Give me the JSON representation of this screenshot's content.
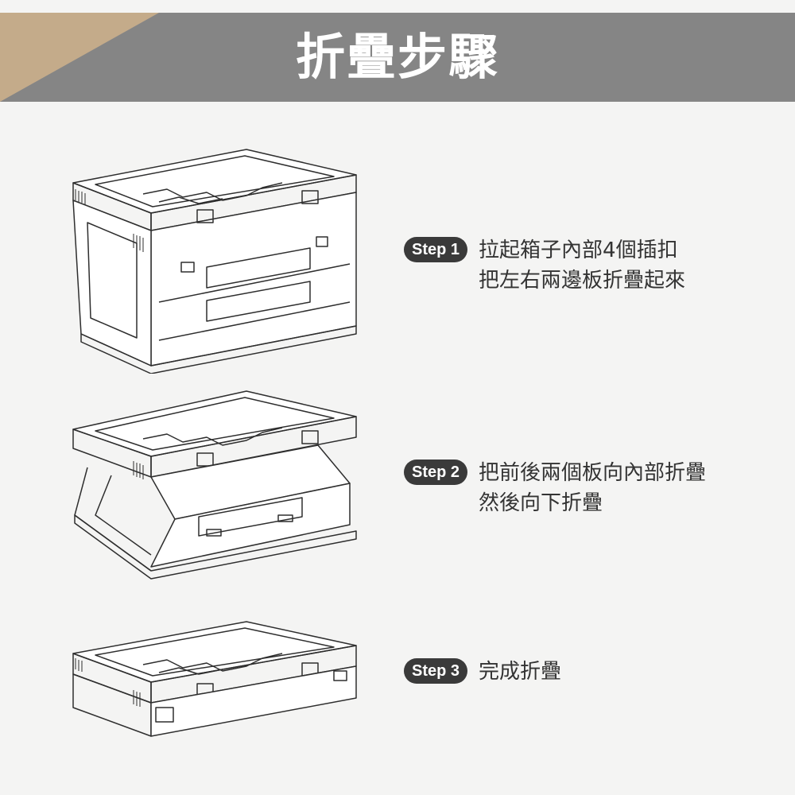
{
  "header": {
    "title": "折疊步驟",
    "bg_color": "#858585",
    "accent_color": "#c4ab8a"
  },
  "steps": [
    {
      "badge": "Step 1",
      "lines": [
        "拉起箱子內部4個插扣",
        "把左右兩邊板折疊起來"
      ]
    },
    {
      "badge": "Step 2",
      "lines": [
        "把前後兩個板向內部折疊",
        "然後向下折疊"
      ]
    },
    {
      "badge": "Step 3",
      "lines": [
        "完成折疊"
      ]
    }
  ],
  "illustrations": [
    {
      "name": "box-unfolded-illustration"
    },
    {
      "name": "box-half-folded-illustration"
    },
    {
      "name": "box-folded-flat-illustration"
    }
  ]
}
